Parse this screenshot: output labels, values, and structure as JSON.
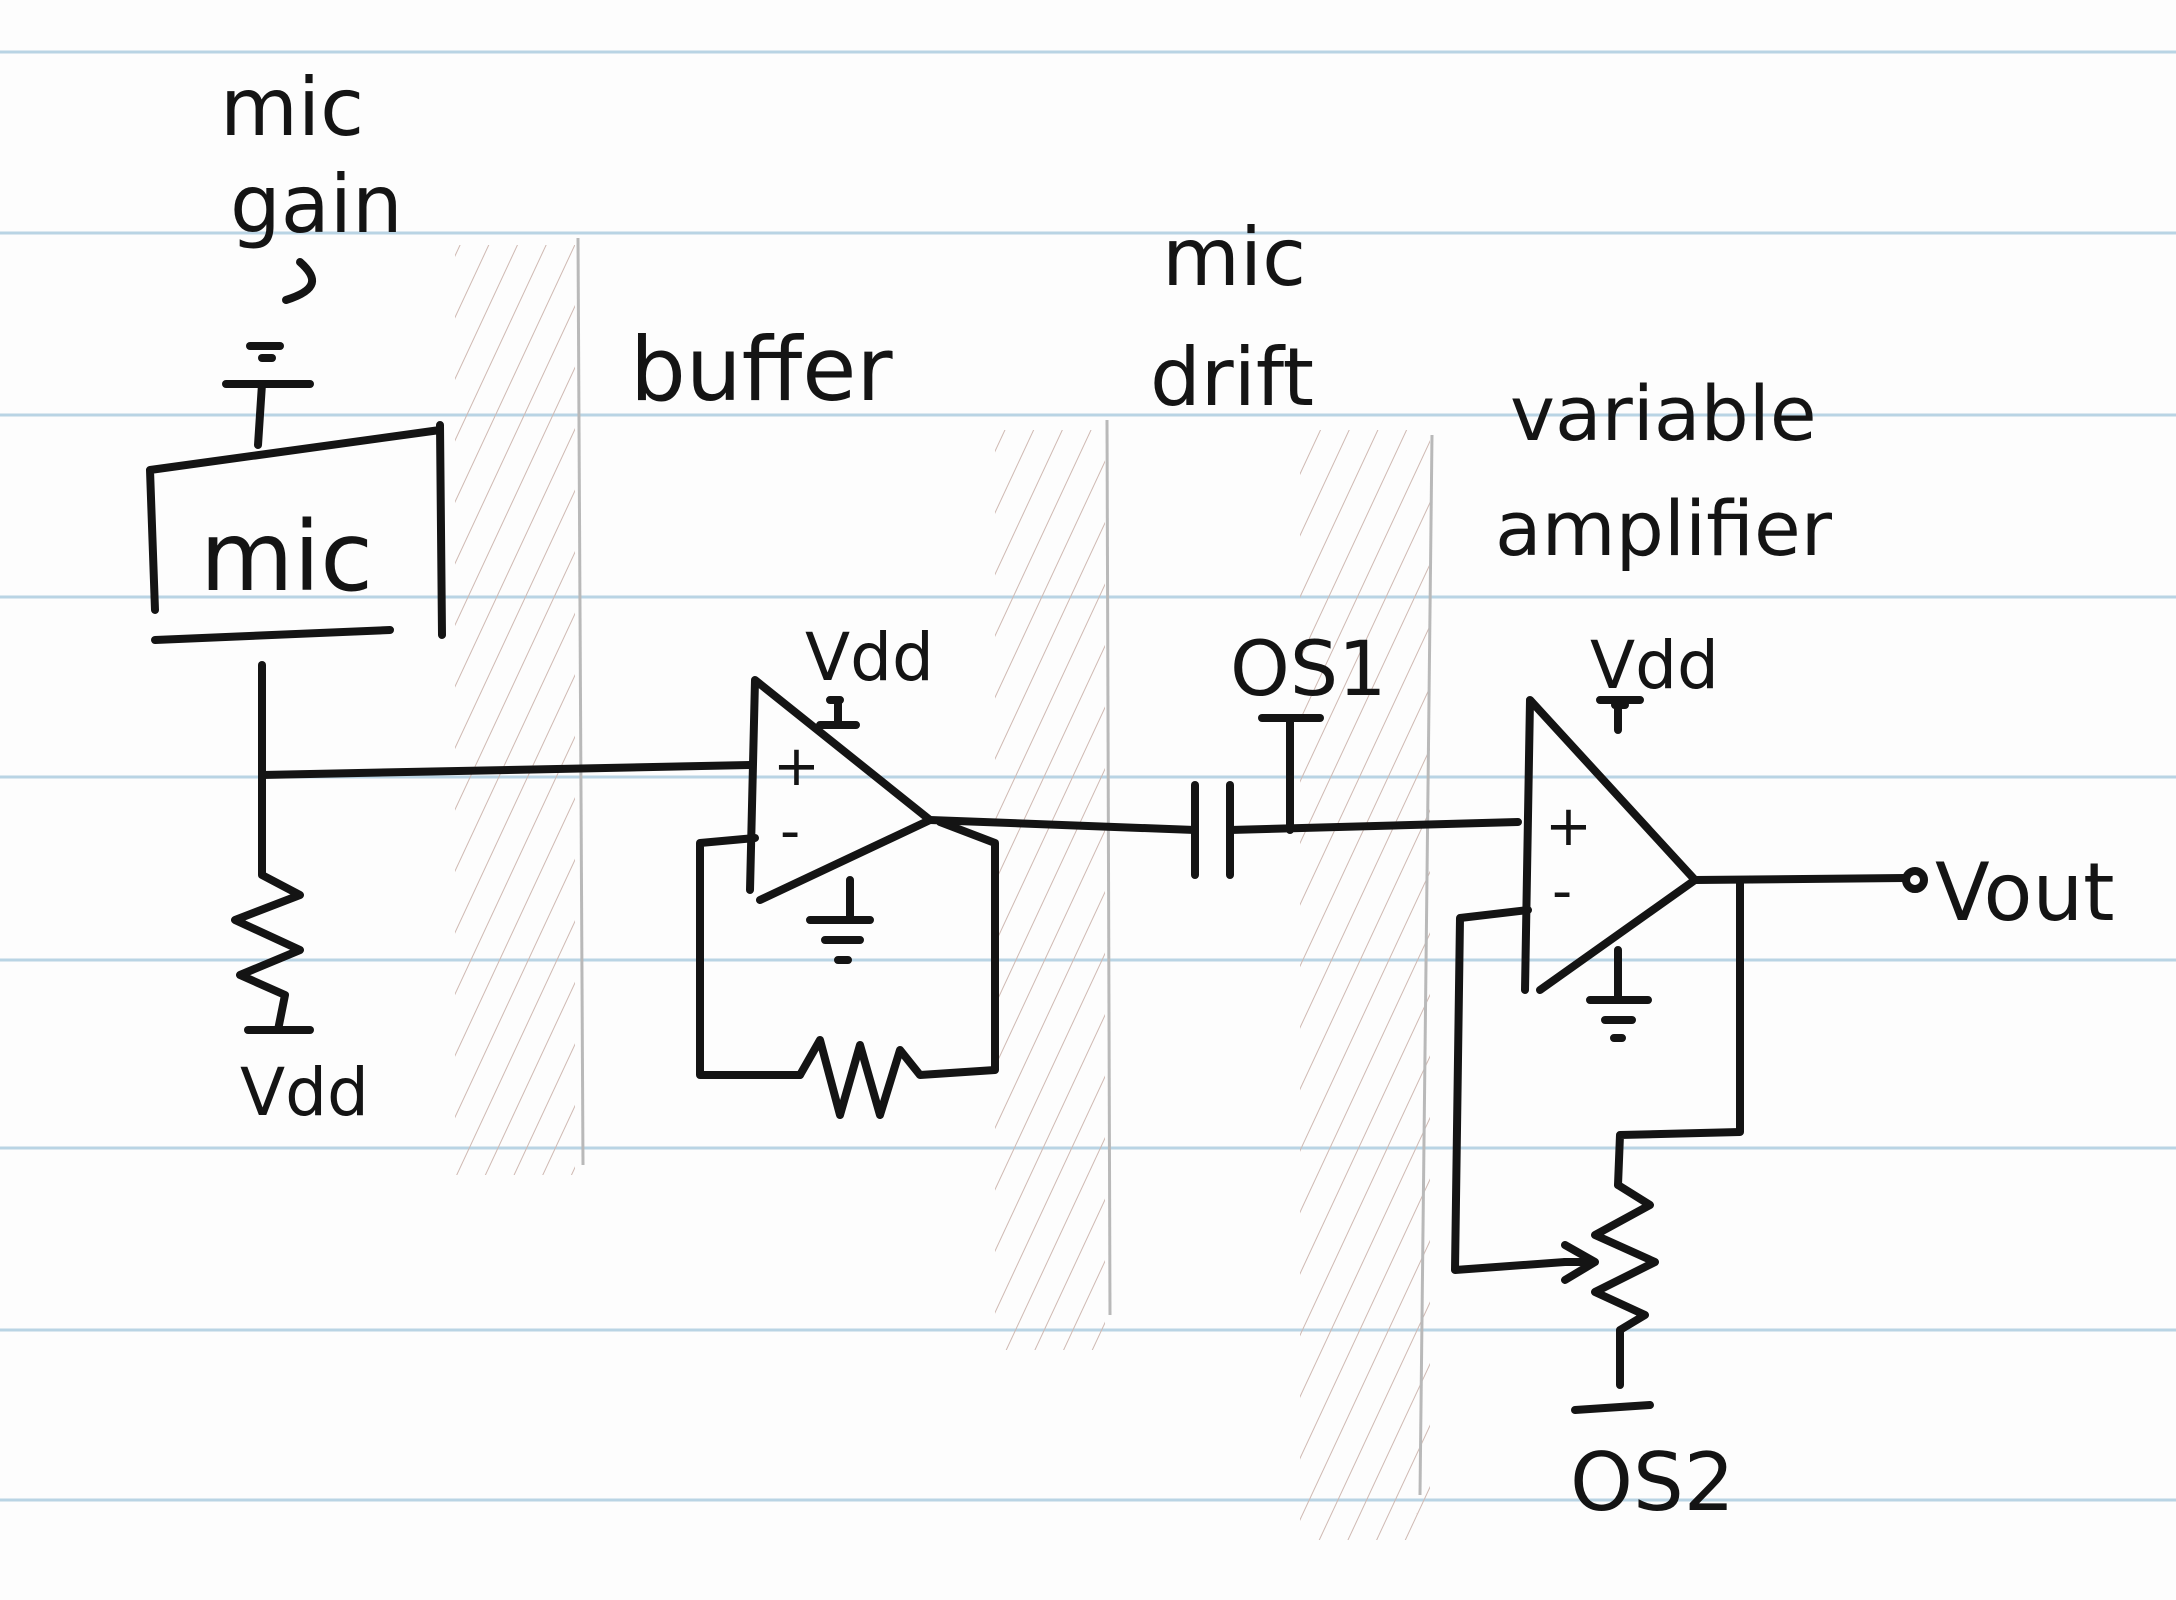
{
  "labels": {
    "mic_gain_line1": "mic",
    "mic_gain_line2": "gain",
    "buffer": "buffer",
    "mic_drift_line1": "mic",
    "mic_drift_line2": "drift",
    "variable_amplifier_line1": "variable",
    "variable_amplifier_line2": "amplifier",
    "mic_box": "mic",
    "vdd_bottom": "Vdd",
    "vdd_buffer": "Vdd",
    "vdd_amplifier": "Vdd",
    "os1": "OS1",
    "os2": "OS2",
    "vout": "Vout",
    "plus": "+",
    "minus": "-"
  },
  "colors": {
    "ink": "#141414",
    "paper": "#fdfdfd",
    "rule_line": "#b9d4e4",
    "hatch": "#cfb9b2"
  }
}
